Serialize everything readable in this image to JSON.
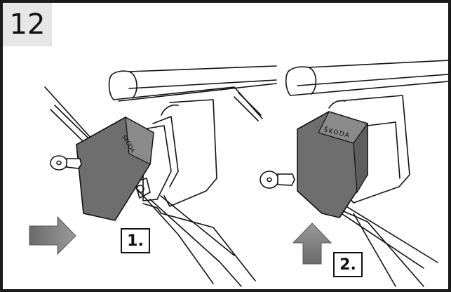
{
  "step_number": "12",
  "panels": [
    {
      "step_label": "1.",
      "brand_text": "ŠKODA",
      "arrow_direction": "right"
    },
    {
      "step_label": "2.",
      "brand_text": "ŠKODA",
      "arrow_direction": "up"
    }
  ],
  "colors": {
    "frame": "#1a1a1a",
    "step_background": "#e6e6e6",
    "cover_dark": "#6e6e6e",
    "cover_mid": "#8a8a8a",
    "arrow_fill": "#7a7a7a",
    "line": "#111111"
  }
}
